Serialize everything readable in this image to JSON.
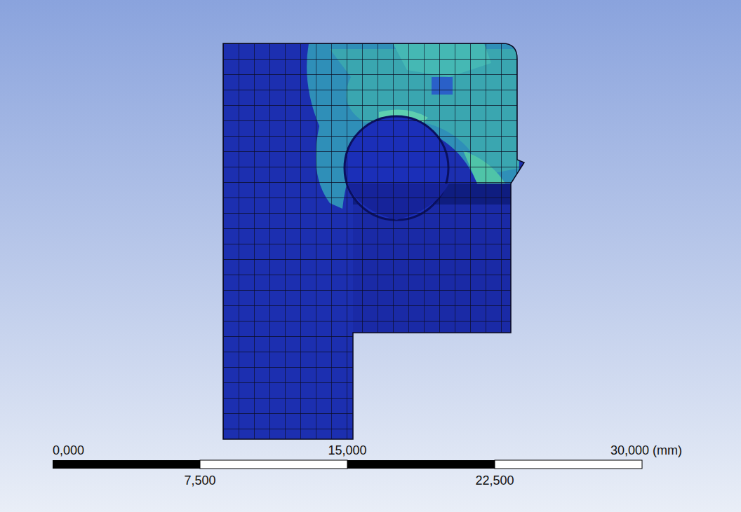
{
  "diagram": {
    "labels": [
      "0,000",
      "15,000",
      "30,000 (mm)",
      "7,500",
      "22,500"
    ]
  }
}
